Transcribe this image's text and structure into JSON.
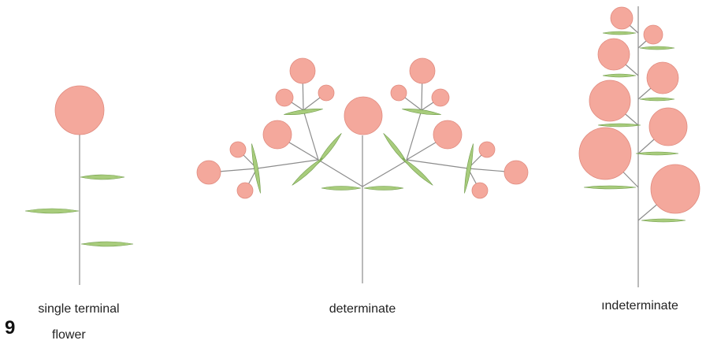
{
  "figure": {
    "number": "9",
    "caption": "flower"
  },
  "panels": [
    {
      "id": "single",
      "label": "single terminal"
    },
    {
      "id": "determinate",
      "label": "determinate"
    },
    {
      "id": "indeterminate",
      "label": "ındeterminate"
    }
  ],
  "colors": {
    "stem": "#8c8c8c",
    "flower_fill": "#f4a89c",
    "flower_stroke": "#e08a7e",
    "leaf_fill": "#a8cc7c",
    "leaf_stroke": "#6e9a48"
  }
}
